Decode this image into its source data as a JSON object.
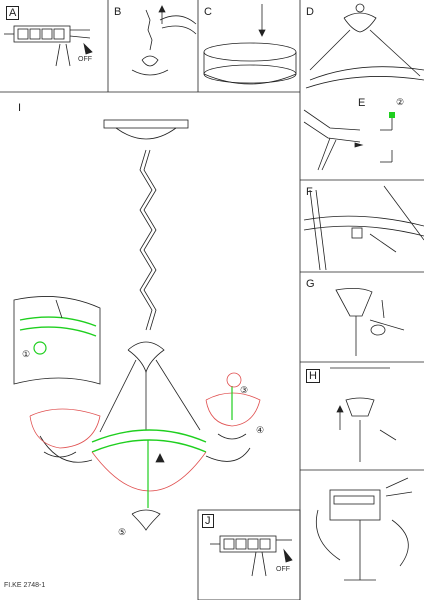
{
  "panels": {
    "A": "A",
    "B": "B",
    "C": "C",
    "D": "D",
    "E": "E",
    "F": "F",
    "G": "G",
    "H": "H",
    "I": "I",
    "J": "J"
  },
  "callouts": {
    "a1": "①",
    "a2": "②",
    "a3": "③",
    "a4": "④",
    "a5": "⑤"
  },
  "small_text": {
    "off_a": "OFF",
    "off_j": "OFF"
  },
  "document_code": "FI.KE 2748-1",
  "colors": {
    "line": "#222222",
    "green": "#1fcf1f",
    "red": "#e05050"
  }
}
